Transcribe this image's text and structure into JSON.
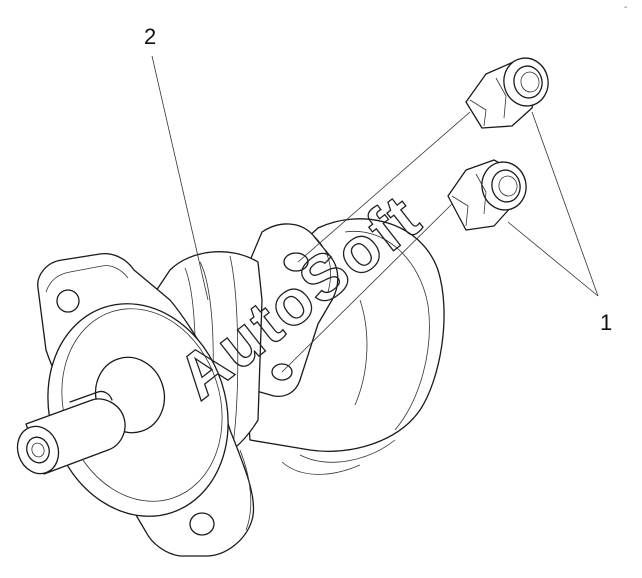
{
  "diagram": {
    "part_labels": [
      {
        "id": "label-1",
        "text": "1"
      },
      {
        "id": "label-2",
        "text": "2"
      }
    ],
    "watermark": "AutoSoft",
    "corner_mark": "-"
  }
}
